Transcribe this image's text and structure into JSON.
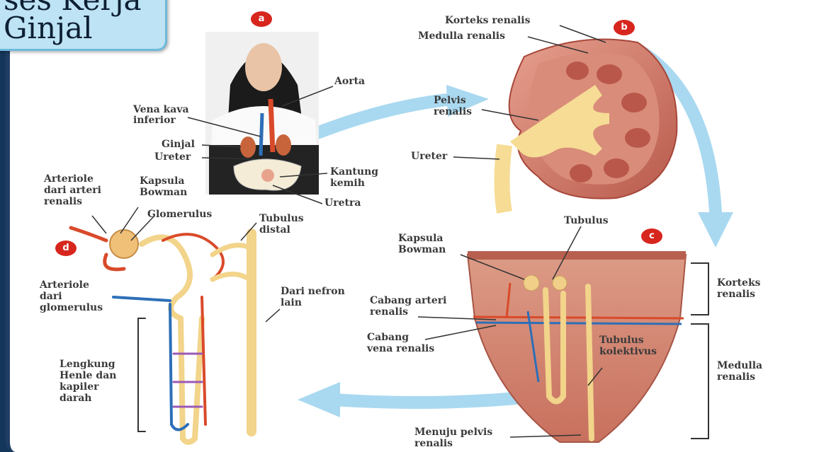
{
  "title": {
    "line1": "ses Kerja",
    "line2": "Ginjal"
  },
  "badges": {
    "a": "a",
    "b": "b",
    "c": "c",
    "d": "d"
  },
  "labels": {
    "aorta": "Aorta",
    "vena_kava_1": "Vena kava",
    "vena_kava_2": "inferior",
    "ginjal": "Ginjal",
    "ureter_a": "Ureter",
    "kantung_1": "Kantung",
    "kantung_2": "kemih",
    "uretra": "Uretra",
    "korteks_b": "Korteks renalis",
    "medulla_b": "Medulla renalis",
    "pelvis_1": "Pelvis",
    "pelvis_2": "renalis",
    "ureter_b": "Ureter",
    "arteriole_dari_1": "Arteriole",
    "arteriole_dari_2": "dari arteri",
    "arteriole_dari_3": "renalis",
    "kapsula_d_1": "Kapsula",
    "kapsula_d_2": "Bowman",
    "glomerulus": "Glomerulus",
    "tubulus_distal_1": "Tubulus",
    "tubulus_distal_2": "distal",
    "arteriole_glom_1": "Arteriole",
    "arteriole_glom_2": "dari",
    "arteriole_glom_3": "glomerulus",
    "dari_nefron_1": "Dari nefron",
    "dari_nefron_2": "lain",
    "henle_1": "Lengkung",
    "henle_2": "Henle dan",
    "henle_3": "kapiler",
    "henle_4": "darah",
    "kapsula_c_1": "Kapsula",
    "kapsula_c_2": "Bowman",
    "tubulus_c": "Tubulus",
    "korteks_c_1": "Korteks",
    "korteks_c_2": "renalis",
    "cabang_arteri_1": "Cabang arteri",
    "cabang_arteri_2": "renalis",
    "cabang_vena_1": "Cabang",
    "cabang_vena_2": "vena renalis",
    "tubulus_kol_1": "Tubulus",
    "tubulus_kol_2": "kolektivus",
    "medulla_c_1": "Medulla",
    "medulla_c_2": "renalis",
    "menuju_1": "Menuju pelvis",
    "menuju_2": "renalis"
  },
  "colors": {
    "arrow": "#a9d9f0",
    "artery": "#d94a2a",
    "vein": "#2d6fb8",
    "tubule": "#f2d48a",
    "kidney": "#c96a5a",
    "background": "#14365a"
  }
}
